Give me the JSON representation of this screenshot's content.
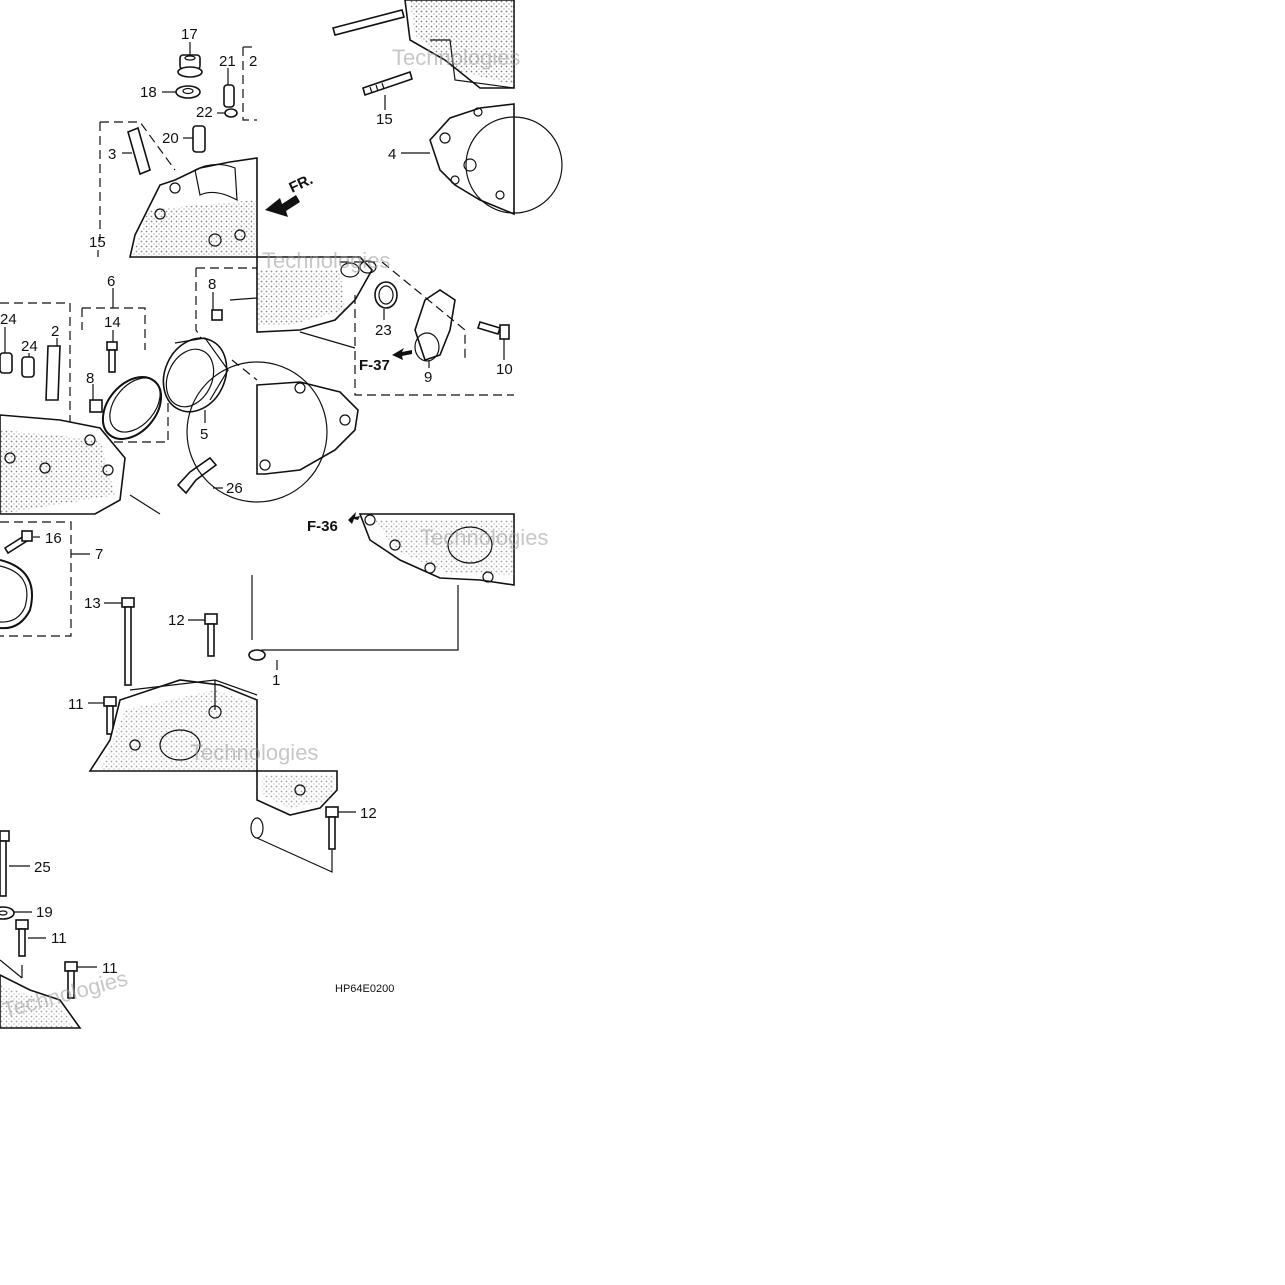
{
  "diagram": {
    "code": "HP64E0200",
    "front_arrow_label": "FR.",
    "refs": {
      "f37": "F-37",
      "f36": "F-36"
    },
    "watermark": "Technologies",
    "callouts": {
      "c17": "17",
      "c18": "18",
      "c21": "21",
      "c22": "22",
      "c2a": "2",
      "c20": "20",
      "c3": "3",
      "c15a": "15",
      "c15b": "15",
      "c4": "4",
      "c6": "6",
      "c24a": "24",
      "c24b": "24",
      "c2b": "2",
      "c14": "14",
      "c8a": "8",
      "c8b": "8",
      "c5": "5",
      "c26": "26",
      "c23": "23",
      "c9": "9",
      "c10": "10",
      "c16": "16",
      "c7": "7",
      "c13": "13",
      "c12a": "12",
      "c11a": "11",
      "c1": "1",
      "c12b": "12",
      "c25": "25",
      "c19": "19",
      "c11b": "11",
      "c11c": "11"
    }
  }
}
